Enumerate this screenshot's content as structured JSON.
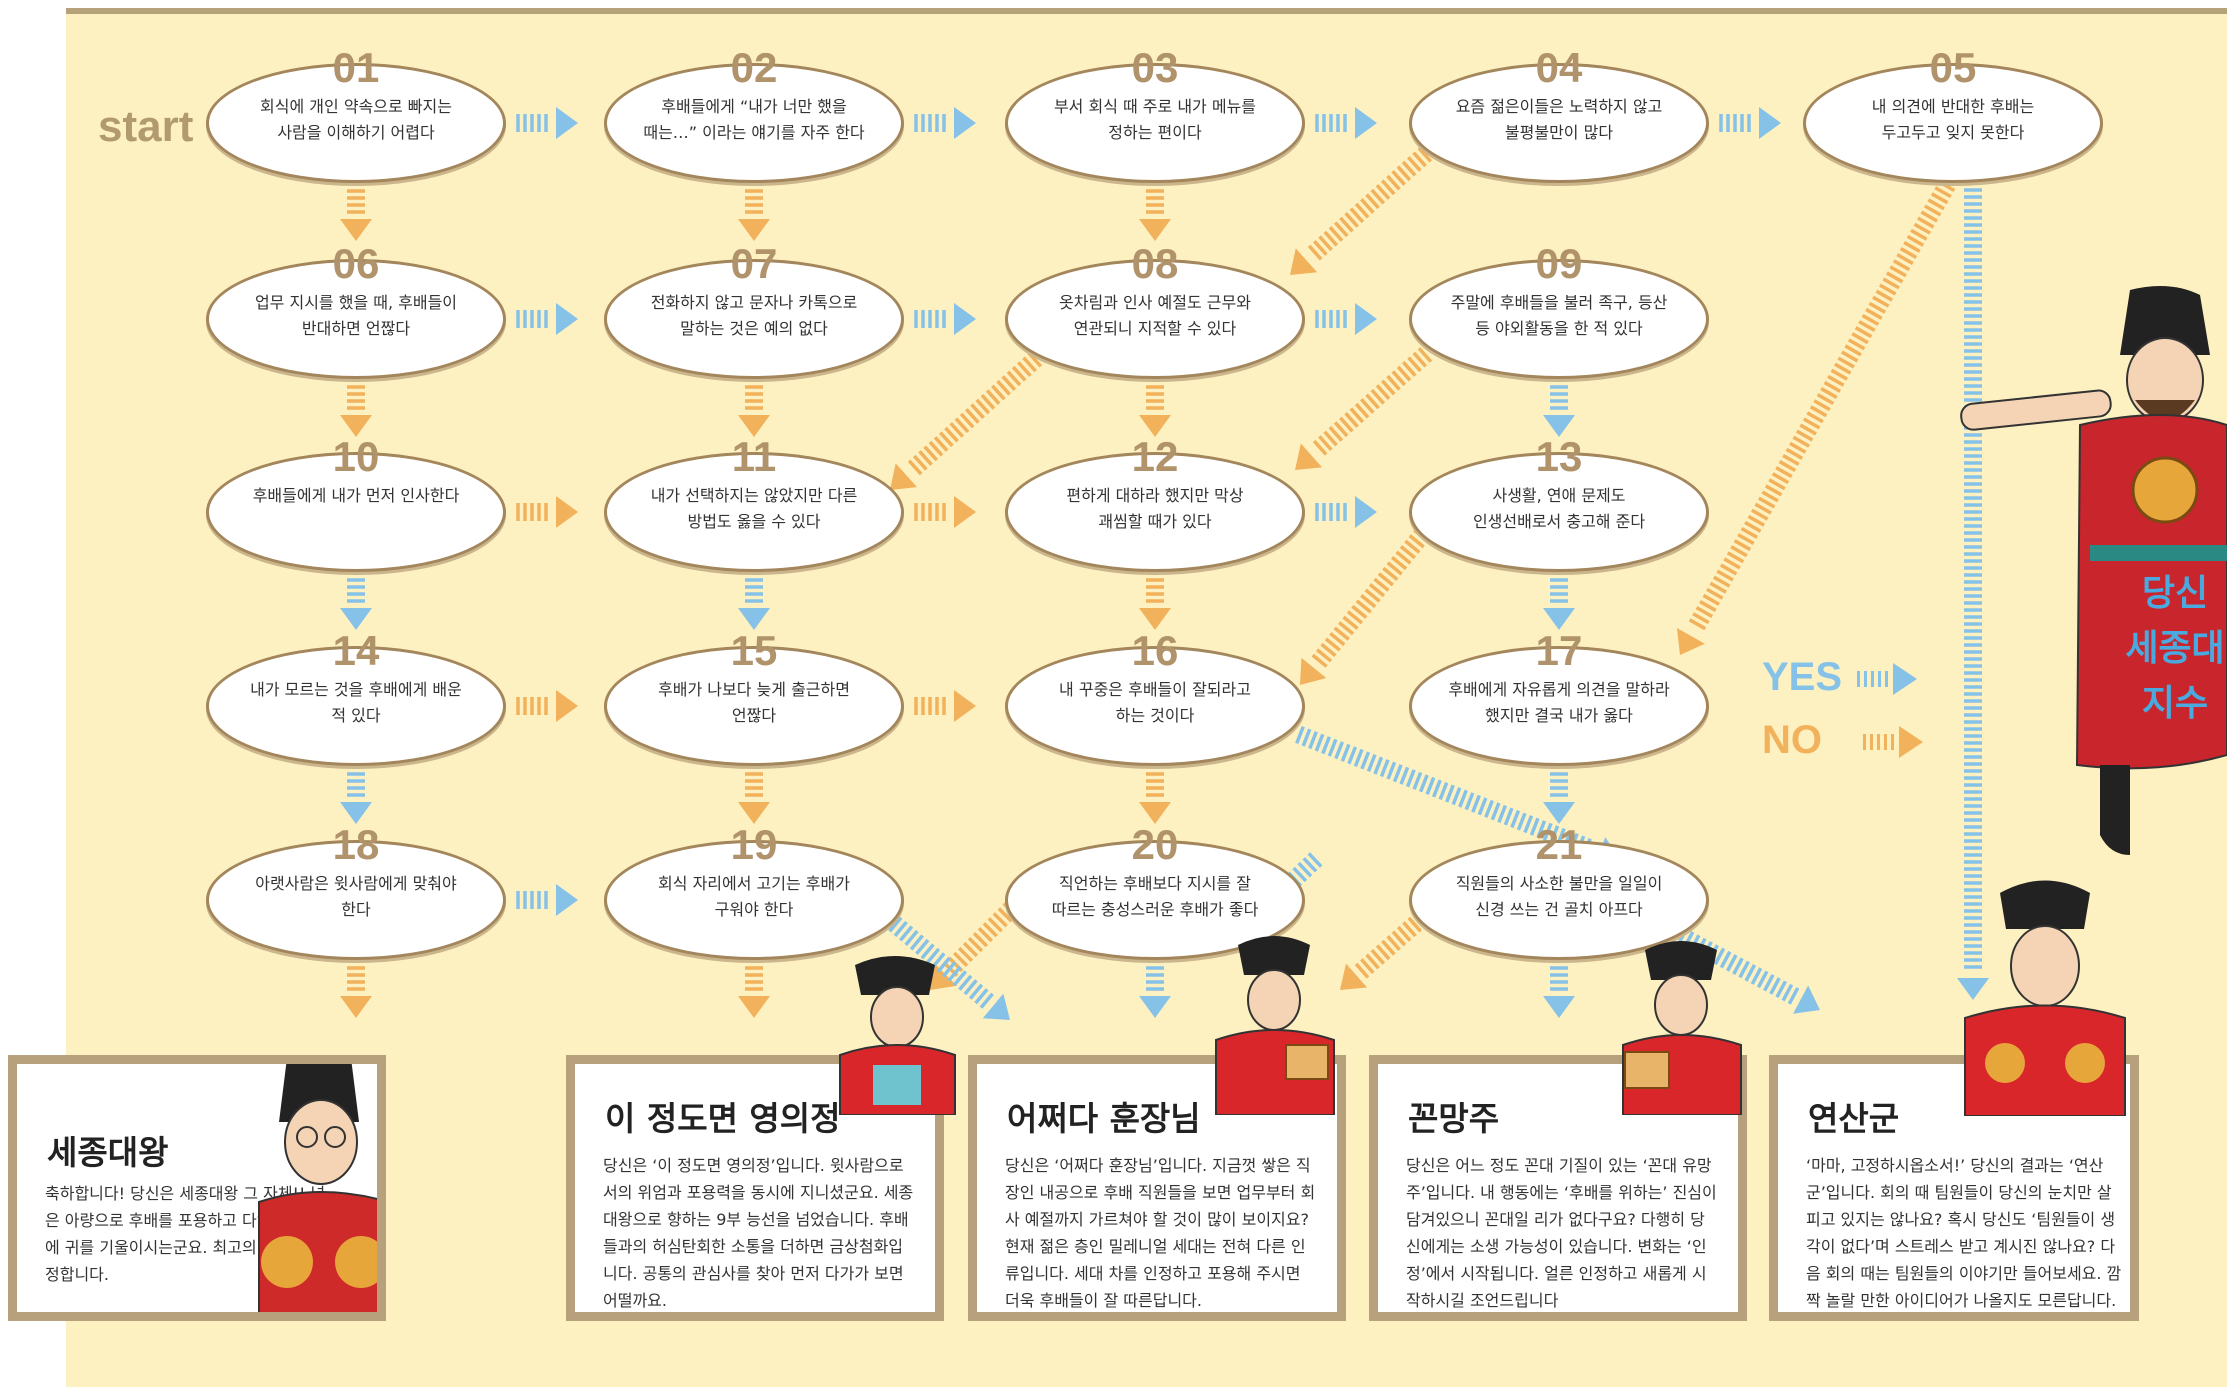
{
  "start_label": "start",
  "colors": {
    "yes": "#86c2e8",
    "no": "#f2b15b",
    "board": "#fdf1c1",
    "frame": "#b7a17c"
  },
  "questions": [
    {
      "num": "01",
      "text": "회식에 개인 약속으로 빠지는 사람을 이해하기 어렵다"
    },
    {
      "num": "02",
      "text": "후배들에게 “내가 너만 했을 때는…” 이라는 얘기를 자주 한다"
    },
    {
      "num": "03",
      "text": "부서 회식 때 주로 내가 메뉴를 정하는 편이다"
    },
    {
      "num": "04",
      "text": "요즘 젊은이들은 노력하지 않고 불평불만이 많다"
    },
    {
      "num": "05",
      "text": "내 의견에 반대한 후배는 두고두고 잊지 못한다"
    },
    {
      "num": "06",
      "text": "업무 지시를 했을 때, 후배들이 반대하면 언짢다"
    },
    {
      "num": "07",
      "text": "전화하지 않고 문자나 카톡으로 말하는 것은 예의 없다"
    },
    {
      "num": "08",
      "text": "옷차림과 인사 예절도 근무와 연관되니 지적할 수 있다"
    },
    {
      "num": "09",
      "text": "주말에 후배들을 불러 족구, 등산 등 야외활동을 한 적 있다"
    },
    {
      "num": "10",
      "text": "후배들에게 내가 먼저 인사한다"
    },
    {
      "num": "11",
      "text": "내가 선택하지는 않았지만 다른 방법도 옳을 수 있다"
    },
    {
      "num": "12",
      "text": "편하게 대하라 했지만 막상 괘씸할 때가 있다"
    },
    {
      "num": "13",
      "text": "사생활, 연애 문제도 인생선배로서 충고해 준다"
    },
    {
      "num": "14",
      "text": "내가 모르는 것을 후배에게 배운 적 있다"
    },
    {
      "num": "15",
      "text": "후배가 나보다 늦게 출근하면 언짢다"
    },
    {
      "num": "16",
      "text": "내 꾸중은 후배들이 잘되라고 하는 것이다"
    },
    {
      "num": "17",
      "text": "후배에게 자유롭게 의견을 말하라 했지만 결국 내가 옳다"
    },
    {
      "num": "18",
      "text": "아랫사람은 윗사람에게 맞춰야 한다"
    },
    {
      "num": "19",
      "text": "회식 자리에서 고기는 후배가 구워야 한다"
    },
    {
      "num": "20",
      "text": "직언하는 후배보다 지시를 잘 따르는 충성스러운 후배가 좋다"
    },
    {
      "num": "21",
      "text": "직원들의 사소한 불만을 일일이 신경 쓰는 건 골치 아프다"
    }
  ],
  "legend": {
    "yes": "YES",
    "no": "NO"
  },
  "side_text": "당신 세종대 지수",
  "results": [
    {
      "name": "세종대왕",
      "desc": "축하합니다! 당신은 세종대왕 그 자체!! 넓은 아량으로 후배를 포용하고 다양한 의견에 귀를 기울이시는군요. 최고의 상사로 인정합니다."
    },
    {
      "name": "이 정도면 영의정",
      "desc": "당신은 ‘이 정도면 영의정’입니다. 윗사람으로서의 위엄과 포용력을 동시에 지니셨군요. 세종대왕으로 향하는 9부 능선을 넘었습니다. 후배들과의 허심탄회한 소통을 더하면 금상첨화입니다. 공통의 관심사를 찾아 먼저 다가가 보면 어떨까요."
    },
    {
      "name": "어쩌다 훈장님",
      "desc": "당신은 ‘어쩌다 훈장님’입니다. 지금껏 쌓은 직장인 내공으로 후배 직원들을 보면 업무부터 회사 예절까지 가르쳐야 할 것이 많이 보이지요? 현재 젊은 층인 밀레니얼 세대는 전혀 다른 인류입니다. 세대 차를 인정하고 포용해 주시면 더욱 후배들이 잘 따른답니다."
    },
    {
      "name": "꼰망주",
      "desc": "당신은 어느 정도 꼰대 기질이 있는 ‘꼰대 유망주’입니다. 내 행동에는 ‘후배를 위하는’ 진심이 담겨있으니 꼰대일 리가 없다구요? 다행히 당신에게는 소생 가능성이 있습니다. 변화는 ‘인정’에서 시작됩니다. 얼른 인정하고 새롭게 시작하시길 조언드립니다"
    },
    {
      "name": "연산군",
      "desc": "‘마마, 고정하시옵소서!’ 당신의 결과는 ‘연산군’입니다. 회의 때 팀원들이 당신의 눈치만 살피고 있지는 않나요? 혹시 당신도 ‘팀원들이 생각이 없다’며 스트레스 받고 계시진 않나요? 다음 회의 때는 팀원들의 이야기만 들어보세요. 깜짝 놀랄 만한 아이디어가 나올지도 모른답니다."
    }
  ]
}
